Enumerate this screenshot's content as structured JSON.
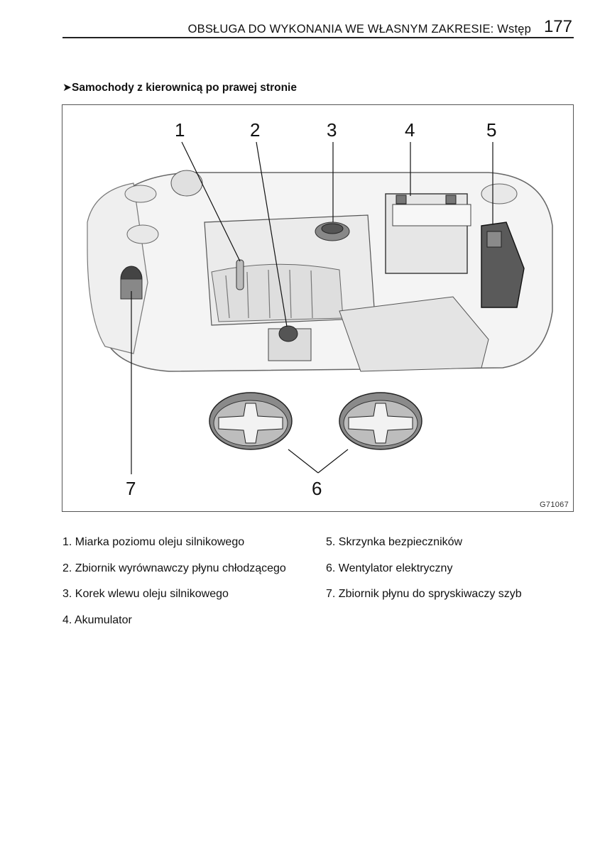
{
  "header": {
    "title": "OBSŁUGA DO WYKONANIA WE WŁASNYM ZAKRESIE: Wstęp",
    "page_number": "177"
  },
  "section": {
    "marker": "➤",
    "heading": "Samochody z kierownicą po prawej stronie"
  },
  "figure": {
    "code": "G71067",
    "callouts": [
      "1",
      "2",
      "3",
      "4",
      "5",
      "6",
      "7"
    ]
  },
  "legend": {
    "left": [
      "1. Miarka poziomu oleju silnikowego",
      "2. Zbiornik wyrównawczy płynu chłodzącego",
      "3. Korek wlewu oleju silnikowego",
      "4. Akumulator"
    ],
    "right": [
      "5. Skrzynka bezpieczników",
      "6. Wentylator elektryczny",
      "7. Zbiornik płynu do spryskiwaczy szyb"
    ]
  }
}
